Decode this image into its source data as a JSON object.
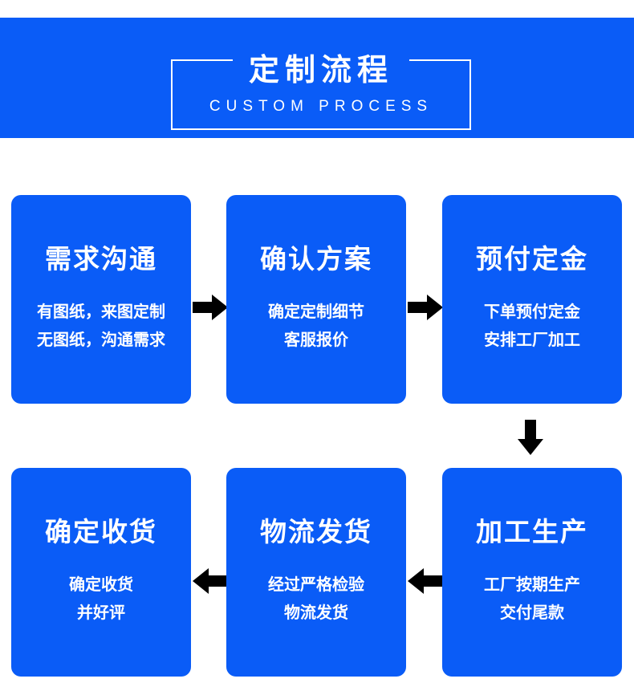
{
  "banner": {
    "title_cn": "定制流程",
    "title_en": "CUSTOM PROCESS"
  },
  "colors": {
    "brand_blue": "#0a5cf7",
    "white": "#ffffff",
    "arrow_black": "#000000"
  },
  "steps": [
    {
      "heading": "需求沟通",
      "line1": "有图纸，来图定制",
      "line2": "无图纸，沟通需求"
    },
    {
      "heading": "确认方案",
      "line1": "确定定制细节",
      "line2": "客服报价"
    },
    {
      "heading": "预付定金",
      "line1": "下单预付定金",
      "line2": "安排工厂加工"
    },
    {
      "heading": "加工生产",
      "line1": "工厂按期生产",
      "line2": "交付尾款"
    },
    {
      "heading": "物流发货",
      "line1": "经过严格检验",
      "line2": "物流发货"
    },
    {
      "heading": "确定收货",
      "line1": "确定收货",
      "line2": "并好评"
    }
  ],
  "arrows": [
    {
      "name": "arrow-right-step1-step2",
      "direction": "right"
    },
    {
      "name": "arrow-right-step2-step3",
      "direction": "right"
    },
    {
      "name": "arrow-down-step3-step4",
      "direction": "down"
    },
    {
      "name": "arrow-left-step4-step5",
      "direction": "left"
    },
    {
      "name": "arrow-left-step5-step6",
      "direction": "left"
    }
  ]
}
